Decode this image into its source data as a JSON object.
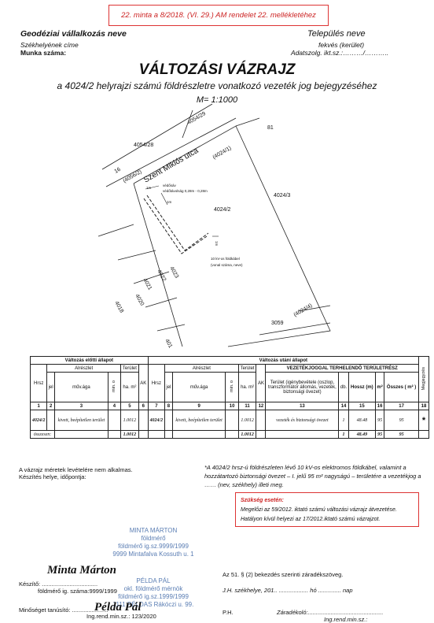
{
  "header": {
    "decree": "22. minta a 8/2018. (VI. 29.) AM rendelet 22. mellékletéhez",
    "company": "Geodéziai vállalkozás neve",
    "seat": "Székhelyének címe",
    "job_no": "Munka száma:",
    "settlement": "Település neve",
    "district": "fekvés (kerület)",
    "filing": "Adatszolg. ikt.sz.:………/………..",
    "title": "VÁLTOZÁSI VÁZRAJZ",
    "subtitle": "a 4024/2 helyrajzi számú földrészletre vonatkozó vezeték jog bejegyzéséhez",
    "scale": "M= 1:1000"
  },
  "map": {
    "labels": [
      "4054/29",
      "4054/28",
      "81",
      "Szent Miklós utca",
      "(4024/1)",
      "(4056/2)",
      "16",
      "4024/3",
      "4024/2",
      "védősáv",
      "védőtávolság 0,28m - 0,28m",
      "10 kV-os földkábel",
      "(vonal száma, neve)",
      "4023",
      "4022",
      "4021",
      "4020",
      "4018",
      "(4024/4)",
      "3059",
      "401"
    ],
    "dims": [
      "1m",
      "1m",
      "1m"
    ]
  },
  "table": {
    "before_header": "Változás előtti állapot",
    "after_header": "Változás utáni állapot",
    "hrsz": "Hrsz",
    "alreszlet": "Alrészlet",
    "terulet": "Terület",
    "ak": "AK",
    "jel": "jel",
    "muvag": "műv.ága",
    "minoseg": "min. o",
    "ha": "ha. m²",
    "encumbrance_header": "VEZETÉKJOGGAL TERHELENDŐ TERÜLETRÉSZ",
    "encumbrance_desc": "Terület (igénybevétele (oszlop, transzformátor állomás, vezeték, biztonsági övezet)",
    "db": "db.",
    "hossz": "Hossz (m)",
    "m2": "m²",
    "osszes": "Összes ( m² )",
    "megjegyzes": "Megjegyzés",
    "col_numbers": [
      "1",
      "2",
      "3",
      "4",
      "5",
      "6",
      "7",
      "8",
      "9",
      "10",
      "11",
      "12",
      "13",
      "14",
      "15",
      "16",
      "17",
      "18"
    ],
    "row": {
      "hrsz": "4024/2",
      "muvag": "kivett, beépítetlen terület",
      "area": "1.0012",
      "hrsz_after": "4024/2",
      "muvag_after": "kivett, beépítetlen terület",
      "area_after": "1.0012",
      "desc": "vezeték és biztonsági övezet",
      "db": "1",
      "hossz": "48.48",
      "m2": "95",
      "osszes": "95",
      "note": "*"
    },
    "sum": {
      "label": "összesen:",
      "area": "1.0012",
      "area_after": "1.0012",
      "db": "1",
      "hossz": "48.49",
      "m2": "95",
      "osszes": "95"
    }
  },
  "footer": {
    "line1": "A vázrajz méretek levételére nem alkalmas.",
    "line2": "Készítés helye, időpontja:",
    "note": "*A 4024/2 hrsz-ú földrészleten lévő 10 kV-os elektromos földkábel, valamint a hozzátartozó biztonsági övezet – I. jelű 95 m² nagyságú – területére a vezetékjog a …… (nev, székhely) illeti meg.",
    "redbox_title": "Szükség esetén:",
    "redbox_l1": "Megelőzi az 59/2012. iktató számú változási vázrajz átvezetése.",
    "redbox_l2": "Hatályon kívül helyezi az 17/2012.iktató számú vázrajzot.",
    "stamp1": [
      "MINTA MÁRTON",
      "földmérő",
      "földmérő ig.sz.9999/1999",
      "9999 Mintafalva Kossuth u. 1"
    ],
    "sig1": "Minta Márton",
    "keszito": "Készítő: ..................................",
    "keszito_sub": "földmérő ig. száma:9999/1999",
    "stamp2": [
      "PÉLDA PÁL",
      "okl. földmérő mérnök",
      "földmérő ig.sz.1999/1999",
      "1111 PÉLDAS Rákóczi u. 99."
    ],
    "sig2": "Példa Pál",
    "minoseg": "Minőséget tanúsító: ......................",
    "minoseg_sub": "Ing.rend.min.sz.: 123/2020",
    "zaradek1": "Az 51. § (2) bekezdés szerinti záradékszöveg.",
    "zaradek2": "J.H. székhelye, 201.. .................. hó .............. nap",
    "ph": "P.H.",
    "zaradekolo": "Záradékoló:..............................................",
    "zaradekolo_sub": "Ing.rend.min.sz.:"
  }
}
